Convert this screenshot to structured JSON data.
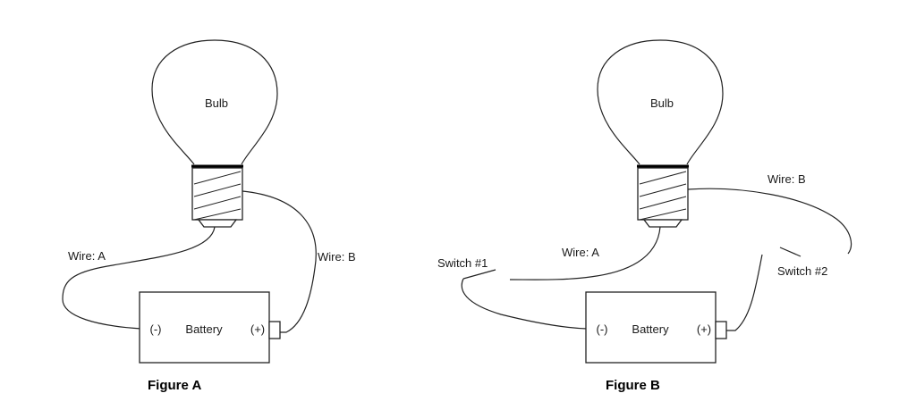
{
  "figure_a": {
    "bulb_label": "Bulb",
    "battery_label": "Battery",
    "negative_label": "(-)",
    "positive_label": "(+)",
    "wire_a_label": "Wire: A",
    "wire_b_label": "Wire: B",
    "caption": "Figure A"
  },
  "figure_b": {
    "bulb_label": "Bulb",
    "battery_label": "Battery",
    "negative_label": "(-)",
    "positive_label": "(+)",
    "wire_a_label": "Wire: A",
    "wire_b_label": "Wire: B",
    "switch1_label": "Switch #1",
    "switch2_label": "Switch #2",
    "caption": "Figure B"
  }
}
